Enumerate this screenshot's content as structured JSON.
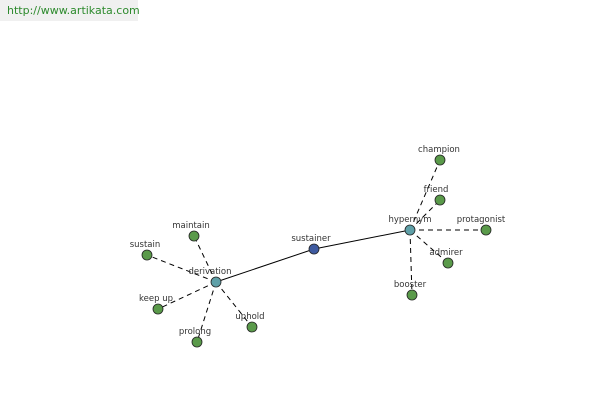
{
  "watermark": {
    "text": "http://www.artikata.com"
  },
  "colors": {
    "leaf": "#5a9a4a",
    "relation": "#5fa0a8",
    "center": "#3e5aa0",
    "edge": "#000000"
  },
  "graph": {
    "center": "sustainer",
    "relations": [
      {
        "id": "derivation",
        "label": "derivation",
        "words": [
          "maintain",
          "sustain",
          "keep up",
          "prolong",
          "uphold"
        ]
      },
      {
        "id": "hypernym",
        "label": "hypernym",
        "words": [
          "champion",
          "friend",
          "protagonist",
          "admirer",
          "booster"
        ]
      }
    ]
  }
}
